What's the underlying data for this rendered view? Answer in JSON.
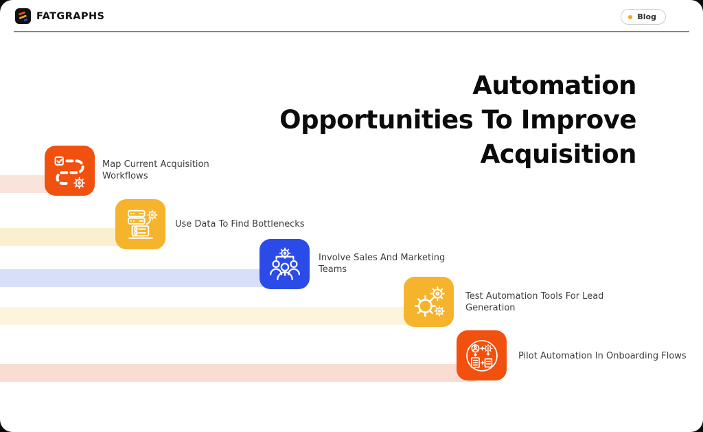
{
  "page": {
    "background": "#0b0b0b",
    "surface": "#ffffff"
  },
  "header": {
    "brand": "FATGRAPHS",
    "logo_icon": "fatgraphs-logo-icon",
    "blog_button": {
      "label": "Blog",
      "dot_color": "#F5A623"
    }
  },
  "title": {
    "text": "Automation Opportunities To Improve Acquisition",
    "lines": [
      "Automation",
      "Opportunities To Improve",
      "Acquisition"
    ]
  },
  "steps": [
    {
      "label": "Map Current Acquisition Workflows",
      "icon": "workflow-map-icon",
      "icon_color": "#F1500F",
      "bar_color": "#FAE3DB"
    },
    {
      "label": "Use Data To Find Bottlenecks",
      "icon": "data-bottleneck-icon",
      "icon_color": "#F5B42B",
      "bar_color": "#FAF0D0"
    },
    {
      "label": "Involve Sales And Marketing Teams",
      "icon": "team-gear-icon",
      "icon_color": "#2B4BE9",
      "bar_color": "#D8DFF7"
    },
    {
      "label": "Test Automation Tools For Lead Generation",
      "icon": "gears-icon",
      "icon_color": "#F5B42B",
      "bar_color": "#FCF4DC"
    },
    {
      "label": "Pilot Automation In Onboarding Flows",
      "icon": "pilot-automation-icon",
      "icon_color": "#F1500F",
      "bar_color": "#F9DDD2"
    }
  ]
}
